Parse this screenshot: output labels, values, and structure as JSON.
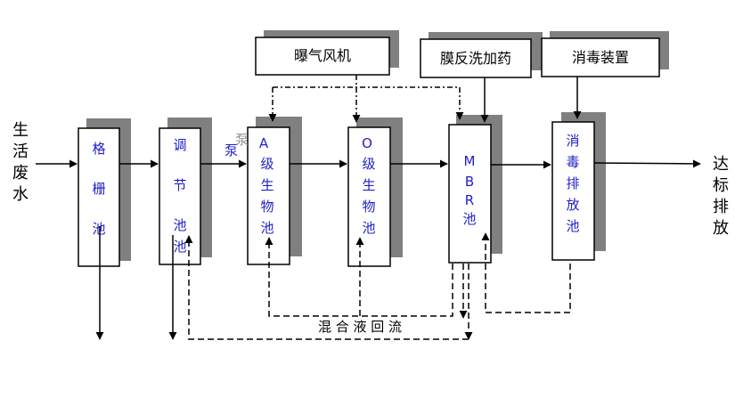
{
  "input_label": [
    "生",
    "活",
    "废",
    "水"
  ],
  "output_label": [
    "达",
    "标",
    "排",
    "放"
  ],
  "tanks": [
    {
      "id": "grille",
      "chars": [
        "格",
        "栅",
        "池"
      ]
    },
    {
      "id": "regulation",
      "chars": [
        "调",
        "节",
        "池",
        "池"
      ]
    },
    {
      "id": "a-stage",
      "chars": [
        "A",
        "级",
        "生",
        "物",
        "池"
      ]
    },
    {
      "id": "o-stage",
      "chars": [
        "O",
        "级",
        "生",
        "物",
        "池"
      ]
    },
    {
      "id": "mbr",
      "chars": [
        "M",
        "B",
        "R",
        "池"
      ]
    },
    {
      "id": "disinfection-tank",
      "chars": [
        "消",
        "毒",
        "排",
        "放",
        "池"
      ]
    }
  ],
  "equipment": {
    "aeration_blower": "曝气风机",
    "membrane_cleaning": "膜反洗加药",
    "disinfection_device": "消毒装置"
  },
  "pump_label": "泵",
  "pump_label_shadow": "泵",
  "recycle_label": "混 合 液 回 流",
  "colors": {
    "text_black": "#000000",
    "text_blue": "#2020c8",
    "shadow": "#808080",
    "line": "#000000"
  }
}
